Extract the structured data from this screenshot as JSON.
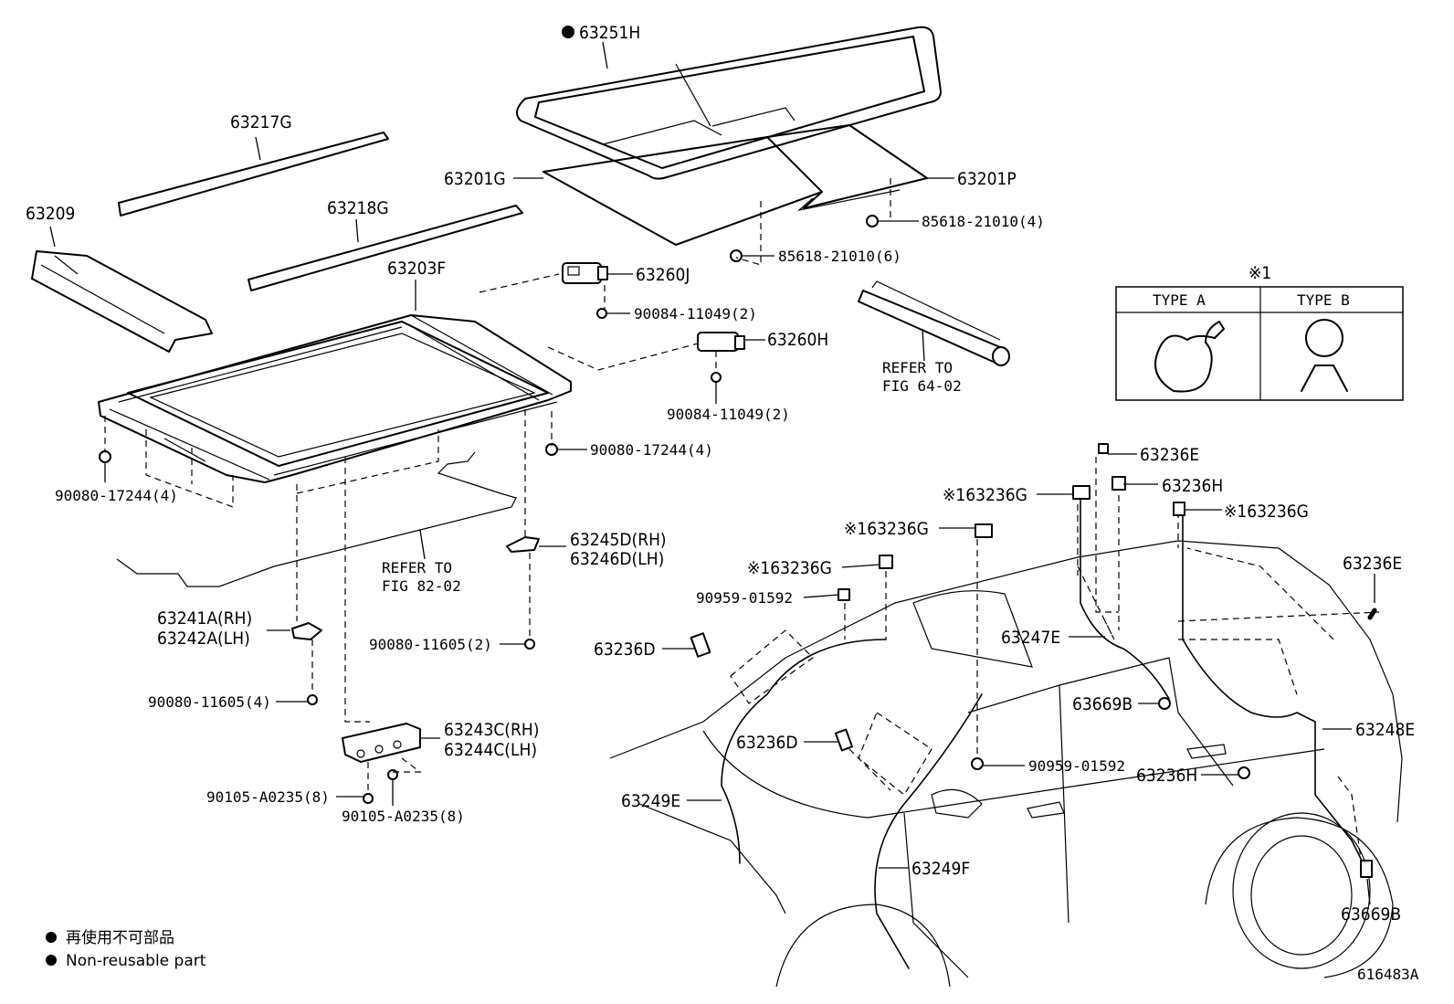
{
  "labels": {
    "glass": "63251H",
    "top_rail": "63217G",
    "front_rail": "63218G",
    "front_member": "63209",
    "housing": "63203F",
    "shade_front": "63201G",
    "shade_rear": "63201P",
    "clip_4": "85618-21010(4)",
    "clip_6": "85618-21010(6)",
    "motor_j": "63260J",
    "motor_h": "63260H",
    "screw_j": "90084-11049(2)",
    "screw_h": "90084-11049(2)",
    "refer_64": "REFER TO\nFIG 64-02",
    "nut_right": "90080-17244(4)",
    "nut_left": "90080-17244(4)",
    "refer_82": "REFER TO\nFIG 82-02",
    "bracket_rh": "63245D(RH)",
    "bracket_lh": "63246D(LH)",
    "bolt_2": "90080-11605(2)",
    "support_rh": "63241A(RH)",
    "support_lh": "63242A(LH)",
    "bolt_4": "90080-11605(4)",
    "rear_rh": "63243C(RH)",
    "rear_lh": "63244C(LH)",
    "screw_8a": "90105-A0235(8)",
    "screw_8b": "90105-A0235(8)",
    "hose_clamp_e": "63236E",
    "hose_clamp_h": "63236H",
    "clip_g1": "※163236G",
    "clip_g2": "※163236G",
    "clip_g3": "※163236G",
    "clip_g4": "※163236G",
    "grommet_1": "90959-01592",
    "grommet_2": "90959-01592",
    "clip_d1": "63236D",
    "clip_d2": "63236D",
    "hose_247": "63247E",
    "plug_669_1": "63669B",
    "plug_669_2": "63669B",
    "clip_e2": "63236E",
    "hose_248": "63248E",
    "clip_h2": "63236H",
    "hose_249e": "63249E",
    "hose_249f": "63249F",
    "figure_id": "616483A"
  },
  "type_table": {
    "note_mark": "※1",
    "col_a": "TYPE  A",
    "col_b": "TYPE  B"
  },
  "legend": {
    "jp": "再使用不可部品",
    "en": "Non-reusable part"
  }
}
